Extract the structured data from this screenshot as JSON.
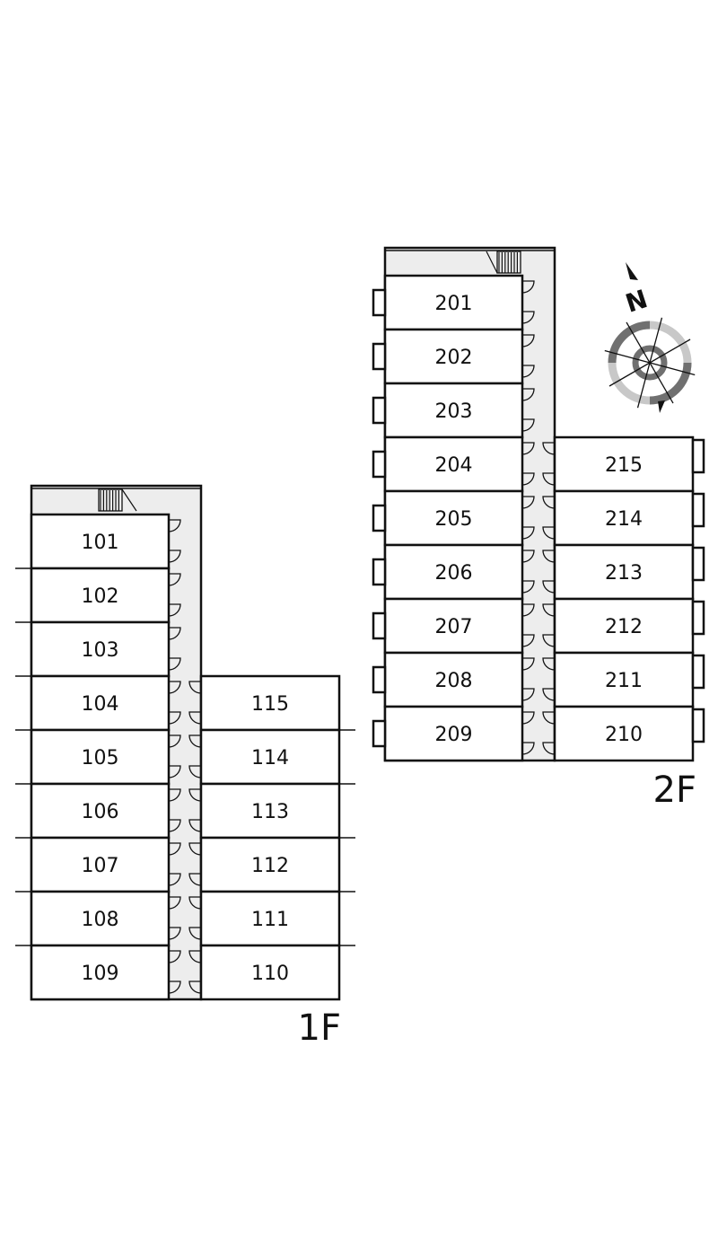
{
  "floors": [
    {
      "label": "1F",
      "rooms_left": [
        "101",
        "102",
        "103",
        "104",
        "105",
        "106",
        "107",
        "108",
        "109"
      ],
      "rooms_right": [
        "115",
        "114",
        "113",
        "112",
        "111",
        "110"
      ]
    },
    {
      "label": "2F",
      "rooms_left": [
        "201",
        "202",
        "203",
        "204",
        "205",
        "206",
        "207",
        "208",
        "209"
      ],
      "rooms_right": [
        "215",
        "214",
        "213",
        "212",
        "211",
        "210"
      ]
    }
  ],
  "compass": {
    "label": "N",
    "icon": "compass-icon"
  },
  "colors": {
    "line": "#111111",
    "corridor": "#ededed",
    "compass_dark": "#707070",
    "compass_light": "#c8c8c8"
  }
}
